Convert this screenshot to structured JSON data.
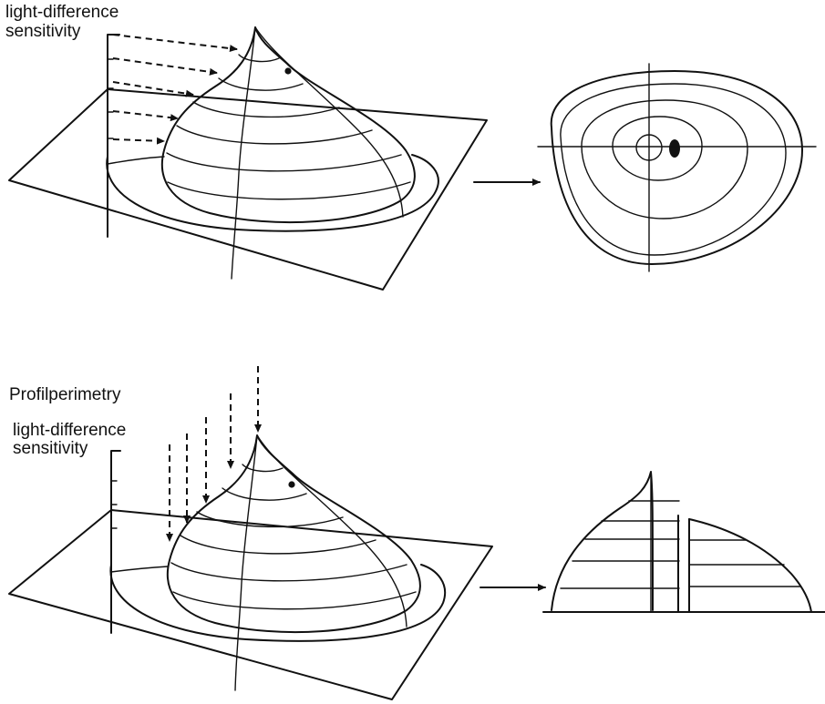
{
  "top_panel": {
    "axis_label_line1": "light-difference",
    "axis_label_line2": "sensitivity"
  },
  "bottom_panel": {
    "method_label": "Profilperimetry",
    "axis_label_line1": "light-difference",
    "axis_label_line2": "sensitivity"
  },
  "colors": {
    "ink": "#111111",
    "background": "#ffffff"
  }
}
